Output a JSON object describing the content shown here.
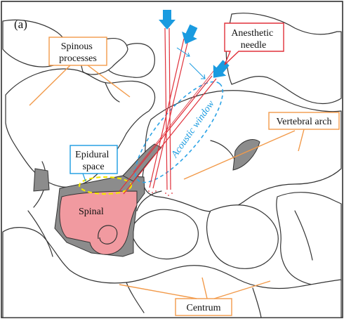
{
  "panel_label": "(a)",
  "labels": {
    "spinous_processes": [
      "Spinous",
      "processes"
    ],
    "anesthetic_needle": [
      "Anesthetic",
      "needle"
    ],
    "vertebral_arch": "Vertebral arch",
    "epidural_space": [
      "Epidural",
      "space"
    ],
    "spinal": "Spinal",
    "centrum": "Centrum",
    "acoustic_window": "Acoustic window"
  },
  "colors": {
    "leader_orange": "#f29a4a",
    "needle_red": "#e0303a",
    "arrow_blue": "#1a9be0",
    "window_blue": "#2ba3e6",
    "spinal_cord_pink": "#f19aa0",
    "canal_gray": "#8c8c8c",
    "epidural_yellow": "#f2e600"
  },
  "icons": [
    "blue-arrow-icon",
    "blue-arrow-icon",
    "blue-arrow-icon"
  ]
}
